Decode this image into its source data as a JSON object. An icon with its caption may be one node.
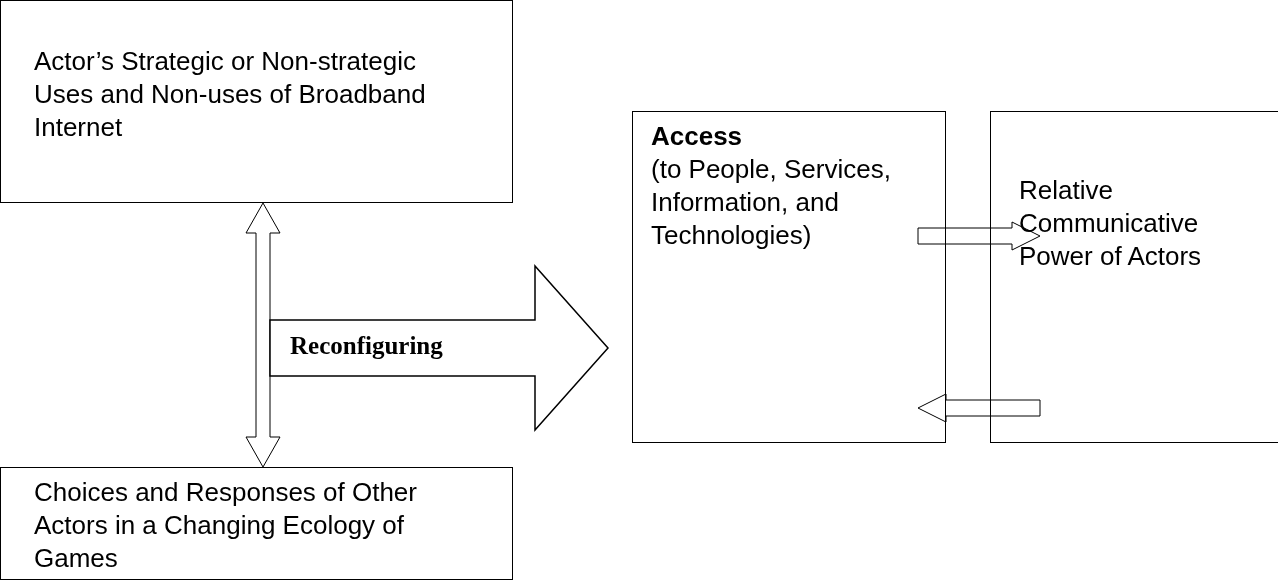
{
  "diagram": {
    "nodes": [
      {
        "text": [
          "Actor’s Strategic or Non-strategic Uses and Non-uses of Broadband Internet"
        ]
      },
      {
        "text": [
          "Choices and Responses of Other Actors in a Changing Ecology of Games"
        ]
      },
      {
        "text": [
          "Access",
          "(to People, Services, Information, and Technologies)"
        ]
      },
      {
        "text": [
          "Relative Communicative Power of Actors"
        ]
      }
    ],
    "edges": [
      {
        "from": 0,
        "to": 1,
        "arrow": "both"
      },
      {
        "from": null,
        "to": 2,
        "arrow": "to",
        "label": "Reconfiguring",
        "style": "thick"
      },
      {
        "from": 2,
        "to": 3,
        "arrow": "to"
      },
      {
        "from": 3,
        "to": 2,
        "arrow": "to"
      }
    ]
  }
}
